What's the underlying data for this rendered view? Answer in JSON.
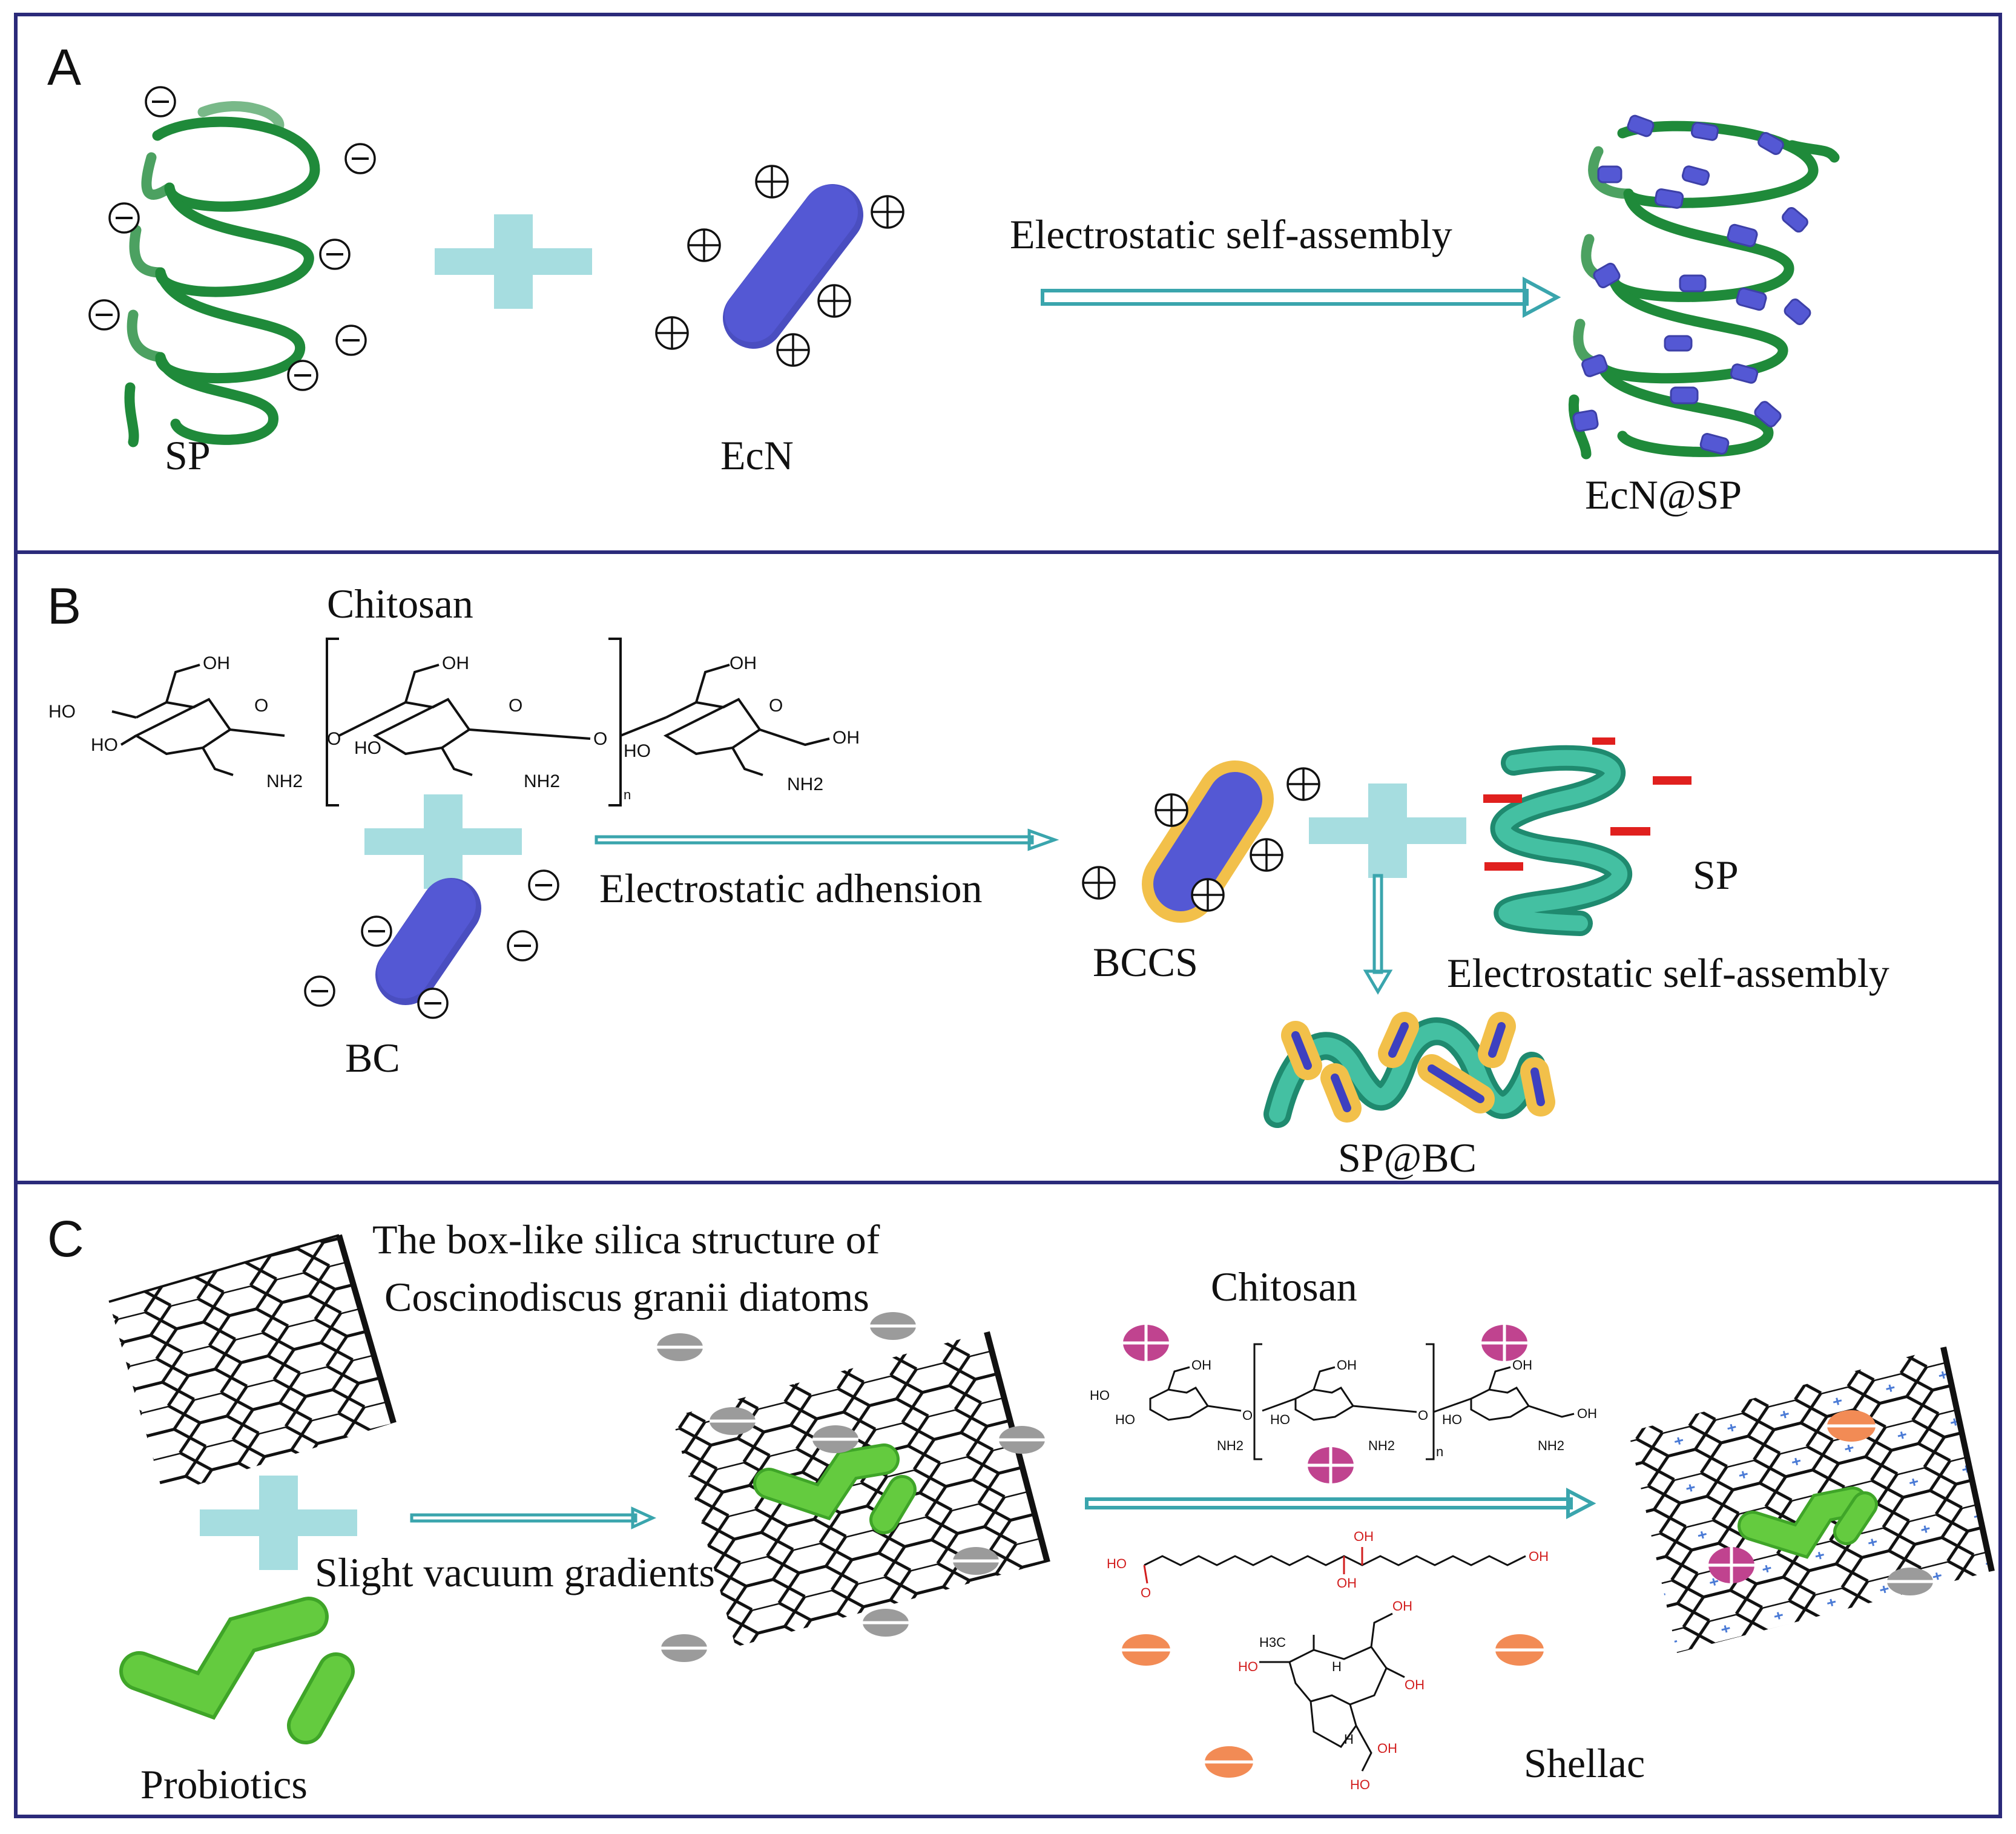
{
  "panels": {
    "a": {
      "letter": "A",
      "sp_label": "SP",
      "ecn_label": "EcN",
      "arrow_label": "Electrostatic self-assembly",
      "product_label": "EcN@SP"
    },
    "b": {
      "letter": "B",
      "chitosan_label": "Chitosan",
      "bc_label": "BC",
      "arrow_label": "Electrostatic adhension",
      "bccs_label": "BCCS",
      "sp_label": "SP",
      "assembly_label": "Electrostatic self-assembly",
      "product_label": "SP@BC",
      "chem": {
        "oh": "OH",
        "ho": "HO",
        "o": "O",
        "nh2": "NH2",
        "n": "n"
      }
    },
    "c": {
      "letter": "C",
      "diatom_label_line1": "The box-like silica structure of",
      "diatom_label_line2": "Coscinodiscus granii diatoms",
      "probiotics_label": "Probiotics",
      "vacuum_label": "Slight vacuum gradients",
      "chitosan_label": "Chitosan",
      "shellac_label": "Shellac",
      "chem": {
        "oh": "OH",
        "ho": "HO",
        "o": "O",
        "nh2": "NH2",
        "n": "n",
        "h3c": "H3C",
        "h": "H"
      }
    }
  },
  "colors": {
    "border": "#2b2a7a",
    "helix_green": "#1f8a3a",
    "rod_blue": "#5458d4",
    "plus_cyan": "#a6dde0",
    "arrow_teal": "#3aa5ad",
    "teal_ribbon": "#2aa88f",
    "yellow_coat": "#f2c04a",
    "red_charge": "#e0201e",
    "probiotic_green": "#5dc53a",
    "gray_charge": "#9b9b9b",
    "magenta_charge": "#c0438f",
    "orange_charge": "#f28b55"
  }
}
